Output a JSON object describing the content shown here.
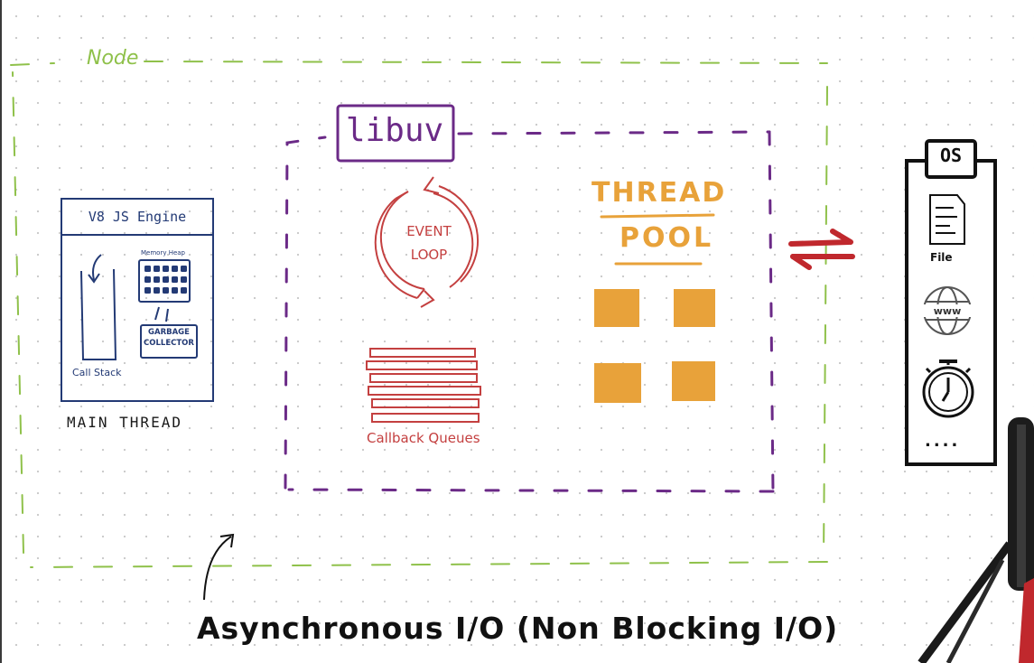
{
  "node": {
    "label": "Node"
  },
  "main_thread": {
    "engine_title": "V8 JS Engine",
    "memory_heap_label": "Memory Heap",
    "garbage_collector_label": "GARBAGE COLLECTOR",
    "call_stack_label": "Call Stack",
    "caption": "MAIN THREAD"
  },
  "libuv": {
    "label": "libuv",
    "event_loop_label": "EVENT LOOP",
    "callback_queues_label": "Callback Queues",
    "thread_pool_line1": "THREAD",
    "thread_pool_line2": "POOL",
    "thread_count": 4
  },
  "os": {
    "label": "OS",
    "items": [
      {
        "label": "File",
        "icon": "file-icon"
      },
      {
        "label": "",
        "icon": "globe-www-icon"
      },
      {
        "label": "",
        "icon": "stopwatch-icon"
      }
    ],
    "more_label": "...."
  },
  "caption": "Asynchronous I/O (Non Blocking I/O)",
  "colors": {
    "node": "#8fc14a",
    "libuv": "#6b2a87",
    "v8": "#233a75",
    "event_loop": "#c44040",
    "thread_pool": "#e8a23a",
    "arrows": "#c0282d"
  }
}
